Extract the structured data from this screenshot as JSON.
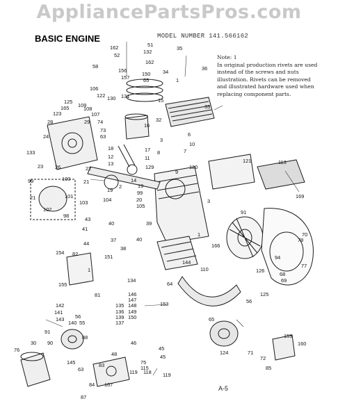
{
  "watermark": "AppliancePartsPros.com",
  "title": "BASIC ENGINE",
  "model": "MODEL NUMBER 141.566162",
  "note": {
    "heading": "Note: 1",
    "text": "In original production rivets are used instead of the screws and nuts illustration. Rivets can be removed and illustrated hardware used when replacing component parts."
  },
  "page_number": "A-5",
  "callouts": [
    "51",
    "162",
    "132",
    "52",
    "35",
    "58",
    "162",
    "156",
    "157",
    "150",
    "65",
    "34",
    "36",
    "1",
    "106",
    "122",
    "131",
    "109",
    "108",
    "130",
    "15",
    "125",
    "165",
    "107",
    "123",
    "28",
    "29",
    "74",
    "33",
    "32",
    "16",
    "73",
    "63",
    "6",
    "24",
    "3",
    "10",
    "133",
    "18",
    "17",
    "7",
    "8",
    "12",
    "11",
    "13",
    "129",
    "23",
    "26",
    "22",
    "120",
    "121",
    "113",
    "9",
    "14",
    "99",
    "100",
    "21",
    "2",
    "19",
    "19",
    "99",
    "169",
    "21",
    "101",
    "20",
    "3",
    "104",
    "105",
    "103",
    "102",
    "98",
    "91",
    "43",
    "40",
    "39",
    "41",
    "1",
    "70",
    "37",
    "40",
    "78",
    "44",
    "166",
    "38",
    "154",
    "82",
    "151",
    "94",
    "77",
    "126",
    "1",
    "144",
    "110",
    "68",
    "69",
    "155",
    "134",
    "64",
    "125",
    "56",
    "81",
    "146",
    "147",
    "153",
    "142",
    "135",
    "148",
    "141",
    "136",
    "149",
    "56",
    "143",
    "139",
    "150",
    "55",
    "140",
    "137",
    "65",
    "91",
    "88",
    "159",
    "30",
    "90",
    "46",
    "45",
    "160",
    "76",
    "124",
    "71",
    "48",
    "72",
    "45",
    "145",
    "75",
    "83",
    "115",
    "85",
    "63",
    "119",
    "118",
    "119",
    "84",
    "167",
    "87"
  ]
}
